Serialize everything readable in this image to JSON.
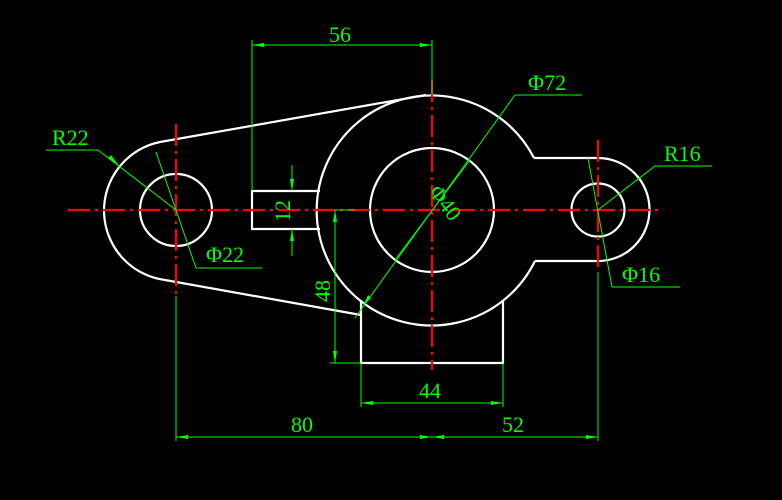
{
  "drawing": {
    "background": "#000000",
    "colors": {
      "object": "#ffffff",
      "center": "#ff0000",
      "dimension": "#00ff00"
    },
    "dimensions": {
      "top_width": "56",
      "outer_diameter": "Φ72",
      "inner_diameter": "Φ40",
      "left_radius": "R22",
      "left_hole": "Φ22",
      "right_radius": "R16",
      "right_hole": "Φ16",
      "slot_height": "12",
      "boss_height": "48",
      "boss_width": "44",
      "left_span": "80",
      "right_span": "52"
    }
  }
}
